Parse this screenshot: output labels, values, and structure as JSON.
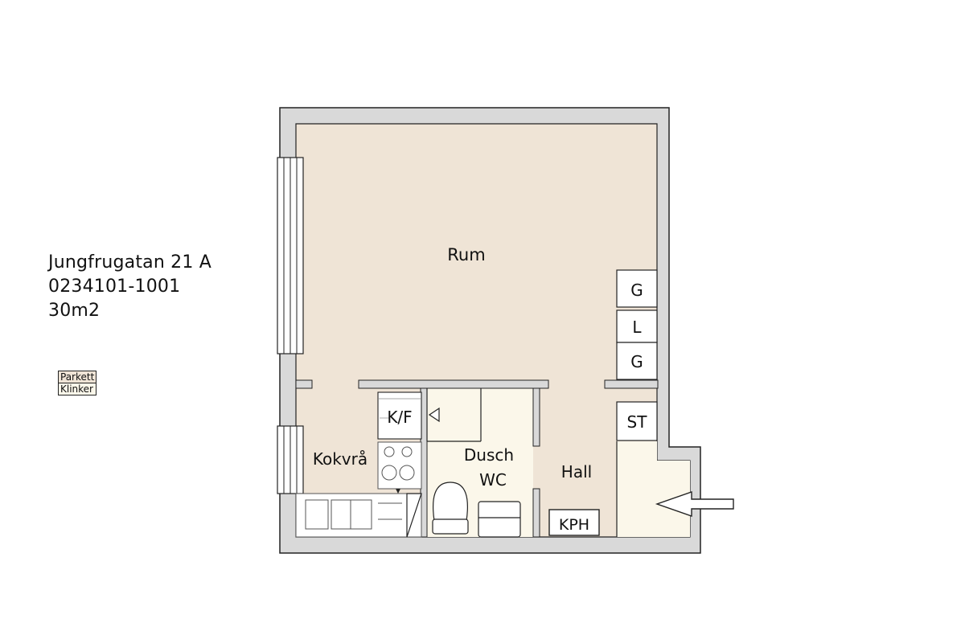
{
  "property": {
    "address": "Jungfrugatan 21 A",
    "number": "0234101-1001",
    "area": "30m2"
  },
  "legend": {
    "items": [
      {
        "label": "Parkett",
        "color": "#efe4d6"
      },
      {
        "label": "Klinker",
        "color": "#fbf7ea"
      }
    ]
  },
  "rooms": {
    "rum": "Rum",
    "kokvra": "Kokvrå",
    "dusch": "Dusch",
    "wc": "WC",
    "hall": "Hall"
  },
  "fixtures": {
    "wardrobe_top": "G",
    "wardrobe_mid": "L",
    "wardrobe_bottom": "G",
    "storage": "ST",
    "fridge_freezer": "K/F",
    "coat_rack": "KPH"
  },
  "colors": {
    "wall": "#d9d9d9",
    "wall_outline": "#222222",
    "parkett": "#efe4d6",
    "klinker": "#fbf7ea"
  },
  "icons": {
    "entrance": "entrance-arrow-icon",
    "ventilation": "triangle-marker-icon"
  }
}
